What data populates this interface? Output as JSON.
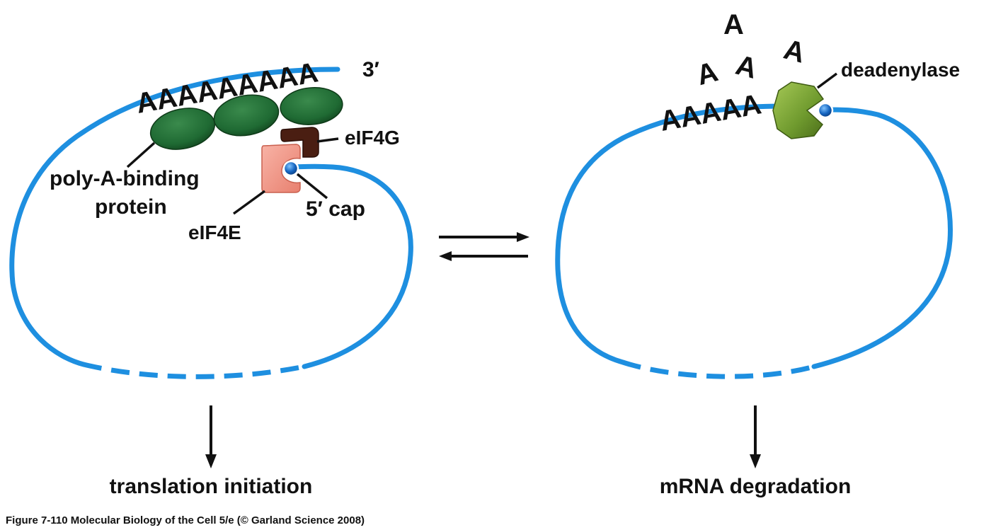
{
  "left_panel": {
    "poly_a_tail": "AAAAAAAAA",
    "three_prime_label": "3′",
    "five_prime_cap_label": "5′ cap",
    "eif4g_label": "eIF4G",
    "eif4e_label": "eIF4E",
    "pabp_label_line1": "poly-A-binding",
    "pabp_label_line2": "protein",
    "outcome_label": "translation initiation"
  },
  "right_panel": {
    "poly_a_tail": "AAAAA",
    "released_a": [
      "A",
      "A",
      "A",
      "A"
    ],
    "deadenylase_label": "deadenylase",
    "outcome_label": "mRNA degradation"
  },
  "caption": "Figure 7-110  Molecular Biology of the Cell 5/e (© Garland Science 2008)",
  "colors": {
    "rna": "#1e8fe0",
    "poly_a_binding_protein": "#1f6a33",
    "eif4g": "#4a1e12",
    "eif4e": "#f49a8a",
    "deadenylase": "#6f9a2e",
    "cap": "#1565c0"
  }
}
